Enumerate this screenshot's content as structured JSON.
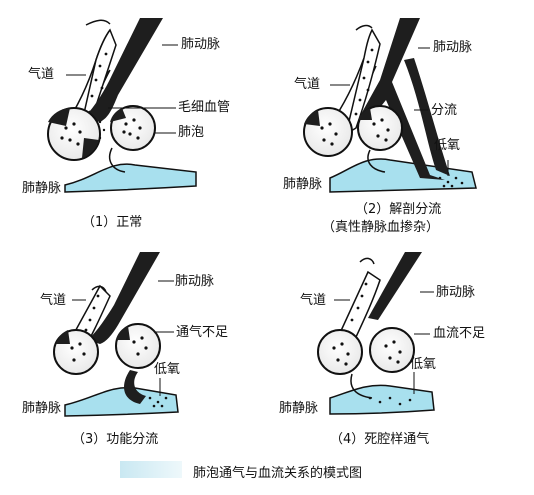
{
  "colors": {
    "blood": "#1e1e1e",
    "vein_fill": "#a8e0ee",
    "airway": "#ffffff",
    "dots": "#111111"
  },
  "panels": [
    {
      "caption": "（1）正常",
      "labels": {
        "artery": "肺动脉",
        "airway": "气道",
        "capillary": "毛细血管",
        "alveoli": "肺泡",
        "vein": "肺静脉"
      }
    },
    {
      "caption": "（2）解剖分流",
      "subcaption": "（真性静脉血掺杂）",
      "labels": {
        "artery": "肺动脉",
        "airway": "气道",
        "shunt": "分流",
        "low_oxygen": "低氧",
        "vein": "肺静脉"
      }
    },
    {
      "caption": "（3）功能分流",
      "labels": {
        "artery": "肺动脉",
        "airway": "气道",
        "hypoventilation": "通气不足",
        "low_oxygen": "低氧",
        "vein": "肺静脉"
      }
    },
    {
      "caption": "（4）死腔样通气",
      "labels": {
        "artery": "肺动脉",
        "airway": "气道",
        "low_perfusion": "血流不足",
        "low_oxygen": "低氧",
        "vein": "肺静脉"
      }
    }
  ],
  "legend": {
    "text": "肺泡通气与血流关系的模式图"
  }
}
